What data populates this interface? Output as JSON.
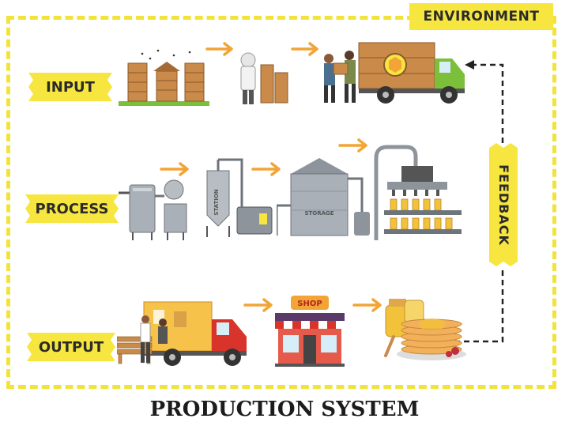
{
  "environment_label": "ENVIRONMENT",
  "stages": {
    "input": "INPUT",
    "process": "PROCESS",
    "output": "OUTPUT"
  },
  "feedback_label": "FEEDBACK",
  "title": "PRODUCTION SYSTEM",
  "shop_sign": "SHOP",
  "tank_label_1": "STATION",
  "tank_label_2": "STORAGE",
  "colors": {
    "accent_yellow": "#f6e63f",
    "frame_dash": "#f2e33a",
    "arrow_orange": "#f2a436",
    "truck_red": "#d8342b",
    "truck_green": "#7cbf3a",
    "steel": "#a9b0b8",
    "wood": "#c98a4a"
  },
  "icons": [
    "beehive-icon",
    "beekeeper-icon",
    "workers-icon",
    "green-truck-icon",
    "distillation-machine-icon",
    "storage-tank-icon",
    "bottling-line-icon",
    "red-truck-icon",
    "shop-icon",
    "pancakes-honey-icon"
  ]
}
